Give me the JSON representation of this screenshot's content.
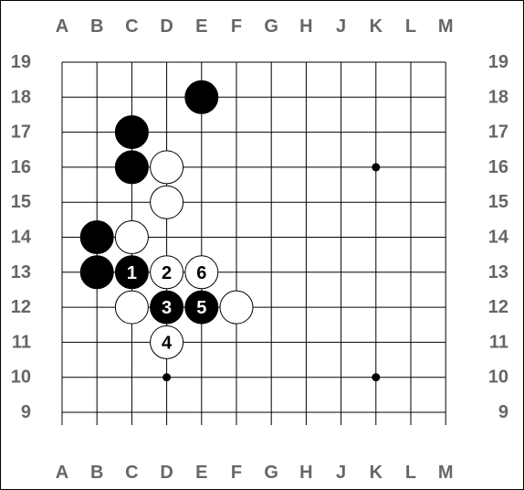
{
  "board": {
    "columns": [
      "A",
      "B",
      "C",
      "D",
      "E",
      "F",
      "G",
      "H",
      "J",
      "K",
      "L",
      "M"
    ],
    "rows": [
      "19",
      "18",
      "17",
      "16",
      "15",
      "14",
      "13",
      "12",
      "11",
      "10",
      "9"
    ],
    "colors": {
      "grid": "#000000",
      "label": "#666666",
      "black_stone": "#000000",
      "white_stone": "#ffffff"
    },
    "hoshi": [
      {
        "col": "K",
        "row": "16"
      },
      {
        "col": "D",
        "row": "10"
      },
      {
        "col": "K",
        "row": "10"
      }
    ],
    "stones": [
      {
        "col": "E",
        "row": "18",
        "color": "black",
        "label": ""
      },
      {
        "col": "C",
        "row": "17",
        "color": "black",
        "label": ""
      },
      {
        "col": "C",
        "row": "16",
        "color": "black",
        "label": ""
      },
      {
        "col": "D",
        "row": "16",
        "color": "white",
        "label": ""
      },
      {
        "col": "D",
        "row": "15",
        "color": "white",
        "label": ""
      },
      {
        "col": "B",
        "row": "14",
        "color": "black",
        "label": ""
      },
      {
        "col": "C",
        "row": "14",
        "color": "white",
        "label": ""
      },
      {
        "col": "B",
        "row": "13",
        "color": "black",
        "label": ""
      },
      {
        "col": "C",
        "row": "13",
        "color": "black",
        "label": "1"
      },
      {
        "col": "D",
        "row": "13",
        "color": "white",
        "label": "2"
      },
      {
        "col": "E",
        "row": "13",
        "color": "white",
        "label": "6"
      },
      {
        "col": "C",
        "row": "12",
        "color": "white",
        "label": ""
      },
      {
        "col": "D",
        "row": "12",
        "color": "black",
        "label": "3"
      },
      {
        "col": "E",
        "row": "12",
        "color": "black",
        "label": "5"
      },
      {
        "col": "F",
        "row": "12",
        "color": "white",
        "label": ""
      },
      {
        "col": "D",
        "row": "11",
        "color": "white",
        "label": "4"
      }
    ]
  }
}
